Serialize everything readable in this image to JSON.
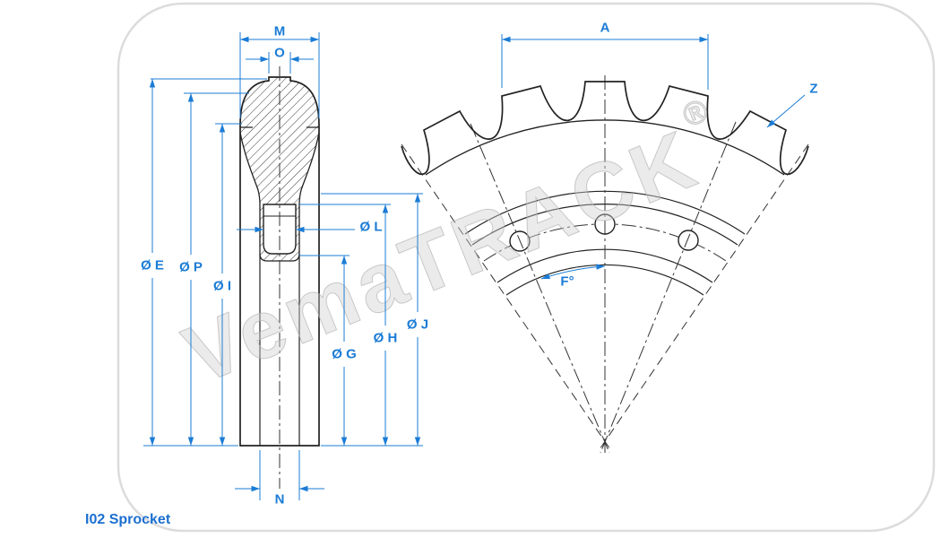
{
  "title": "I02 Sprocket",
  "watermark": {
    "main": "VemaTRACK",
    "reg": "®"
  },
  "colors": {
    "outline": "#222222",
    "dimension": "#1b7cd6",
    "watermark": "#cfcfcf",
    "title": "#1b6fd0"
  },
  "left_view": {
    "dims": {
      "m": "M",
      "o": "O",
      "e": "Ø E",
      "p": "Ø P",
      "i": "Ø I",
      "g": "Ø G",
      "h": "Ø H",
      "j": "Ø J",
      "l": "Ø L",
      "n": "N"
    }
  },
  "right_view": {
    "dims": {
      "a": "A",
      "z": "Z",
      "f": "F°"
    }
  }
}
